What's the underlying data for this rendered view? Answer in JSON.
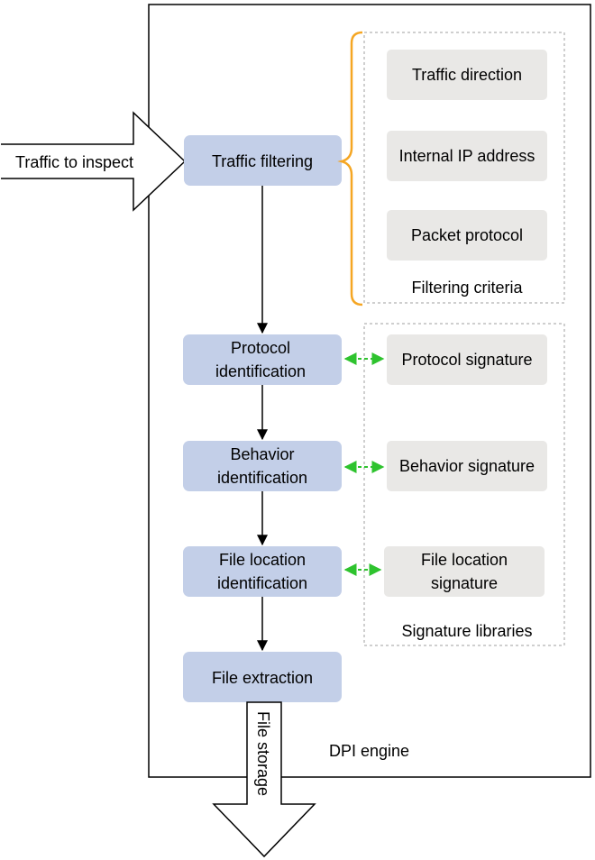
{
  "input_arrow": {
    "label": "Traffic to inspect"
  },
  "engine": {
    "label": "DPI engine"
  },
  "steps": [
    {
      "lines": [
        "Traffic filtering"
      ]
    },
    {
      "lines": [
        "Protocol",
        "identification"
      ]
    },
    {
      "lines": [
        "Behavior",
        "identification"
      ]
    },
    {
      "lines": [
        "File location",
        "identification"
      ]
    },
    {
      "lines": [
        "File extraction"
      ]
    }
  ],
  "filtering_criteria": {
    "label": "Filtering criteria",
    "items": [
      "Traffic direction",
      "Internal IP address",
      "Packet protocol"
    ]
  },
  "signature_libraries": {
    "label": "Signature libraries",
    "items": [
      {
        "lines": [
          "Protocol signature"
        ]
      },
      {
        "lines": [
          "Behavior signature"
        ]
      },
      {
        "lines": [
          "File location",
          "signature"
        ]
      }
    ]
  },
  "output_arrow": {
    "label": "File storage"
  },
  "colors": {
    "step_fill": "#c3cfe8",
    "criteria_fill": "#e9e8e6",
    "brace": "#f5a623",
    "dashed_link": "#2ec32e",
    "dashed_border": "#bfbfbf"
  }
}
